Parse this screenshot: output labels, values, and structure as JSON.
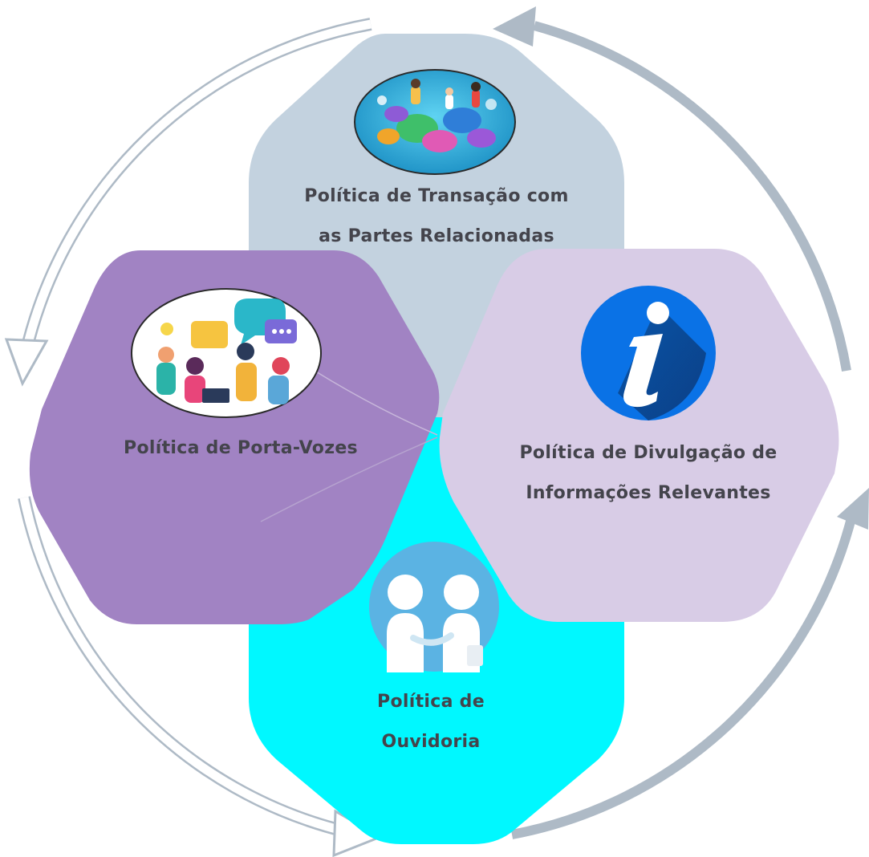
{
  "policies": {
    "transacao": {
      "line1": "Política de Transação com",
      "line2": "as Partes Relacionadas",
      "color": "#c3d2df",
      "icon": "people-chat-speech-bubbles-icon"
    },
    "porta_vozes": {
      "line1": "Política de Porta-Vozes",
      "color": "#a183c3",
      "icon": "team-discussion-speech-bubbles-icon"
    },
    "divulgacao": {
      "line1": "Política de Divulgação de",
      "line2": "Informações Relevantes",
      "color": "#d8cce6",
      "icon": "information-icon"
    },
    "ouvidoria": {
      "line1": "Política de",
      "line2": "Ouvidoria",
      "color": "#00f8ff",
      "icon": "handshake-icon"
    }
  },
  "cycle_arrows": {
    "color": "#aebac6"
  }
}
